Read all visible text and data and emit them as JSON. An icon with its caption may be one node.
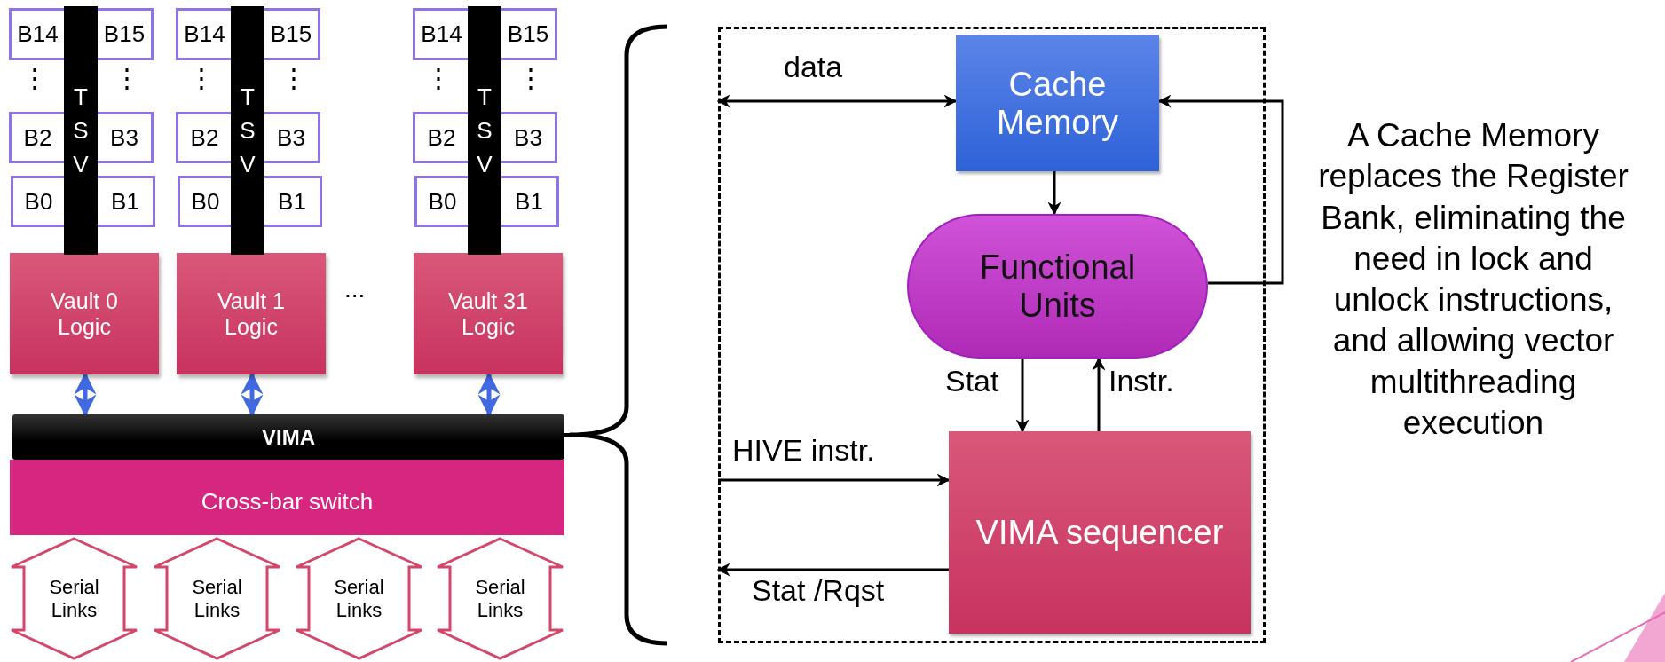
{
  "diagram": {
    "nodes": [
      {
        "text": [
          "B14"
        ]
      },
      {
        "text": [
          "B15"
        ]
      },
      {
        "text": [
          "B2"
        ]
      },
      {
        "text": [
          "B3"
        ]
      },
      {
        "text": [
          "B0"
        ]
      },
      {
        "text": [
          "B1"
        ]
      },
      {
        "text": [
          "T S V"
        ]
      },
      {
        "text": [
          "Vault 0 Logic"
        ]
      },
      {
        "text": [
          "B14"
        ]
      },
      {
        "text": [
          "B15"
        ]
      },
      {
        "text": [
          "B2"
        ]
      },
      {
        "text": [
          "B3"
        ]
      },
      {
        "text": [
          "B0"
        ]
      },
      {
        "text": [
          "B1"
        ]
      },
      {
        "text": [
          "T S V"
        ]
      },
      {
        "text": [
          "Vault 1 Logic"
        ]
      },
      {
        "text": [
          "B14"
        ]
      },
      {
        "text": [
          "B15"
        ]
      },
      {
        "text": [
          "B2"
        ]
      },
      {
        "text": [
          "B3"
        ]
      },
      {
        "text": [
          "B0"
        ]
      },
      {
        "text": [
          "B1"
        ]
      },
      {
        "text": [
          "T S V"
        ]
      },
      {
        "text": [
          "Vault 31 Logic"
        ]
      },
      {
        "text": [
          "VIMA"
        ]
      },
      {
        "text": [
          "Cross-bar switch"
        ]
      },
      {
        "text": [
          "Serial Links"
        ]
      },
      {
        "text": [
          "Serial Links"
        ]
      },
      {
        "text": [
          "Serial Links"
        ]
      },
      {
        "text": [
          "Serial Links"
        ]
      },
      {
        "text": [],
        "shape": "box"
      },
      {
        "text": [
          "Cache Memory"
        ],
        "in": 30
      },
      {
        "text": [
          "Functional Units"
        ],
        "in": 30
      },
      {
        "text": [
          "VIMA sequencer"
        ],
        "in": 30
      }
    ],
    "edges": [
      {
        "from": 7,
        "to": 24,
        "arrow": "both",
        "color": "#4169e1"
      },
      {
        "from": 15,
        "to": 24,
        "arrow": "both",
        "color": "#4169e1"
      },
      {
        "from": 23,
        "to": 24,
        "arrow": "both",
        "color": "#4169e1"
      },
      {
        "from": 30,
        "to": 31,
        "arrow": "both",
        "label": "data"
      },
      {
        "from": 31,
        "to": 32,
        "arrow": "to"
      },
      {
        "from": 32,
        "to": 31,
        "arrow": "to"
      },
      {
        "from": 32,
        "to": 33,
        "arrow": "to",
        "label": "Stat"
      },
      {
        "from": 33,
        "to": 32,
        "arrow": "to",
        "label": "Instr."
      },
      {
        "from": 30,
        "to": 33,
        "arrow": "to",
        "label": "HIVE instr."
      },
      {
        "from": 33,
        "to": 30,
        "arrow": "to",
        "label": "Stat /Rqst"
      }
    ],
    "labels": [
      "⋮",
      "⋮",
      "⋮",
      "⋮",
      "⋮",
      "⋮",
      "...",
      "A Cache Memory replaces the Register Bank, eliminating the need in lock and unlock instructions, and allowing vector multithreading execution"
    ]
  }
}
